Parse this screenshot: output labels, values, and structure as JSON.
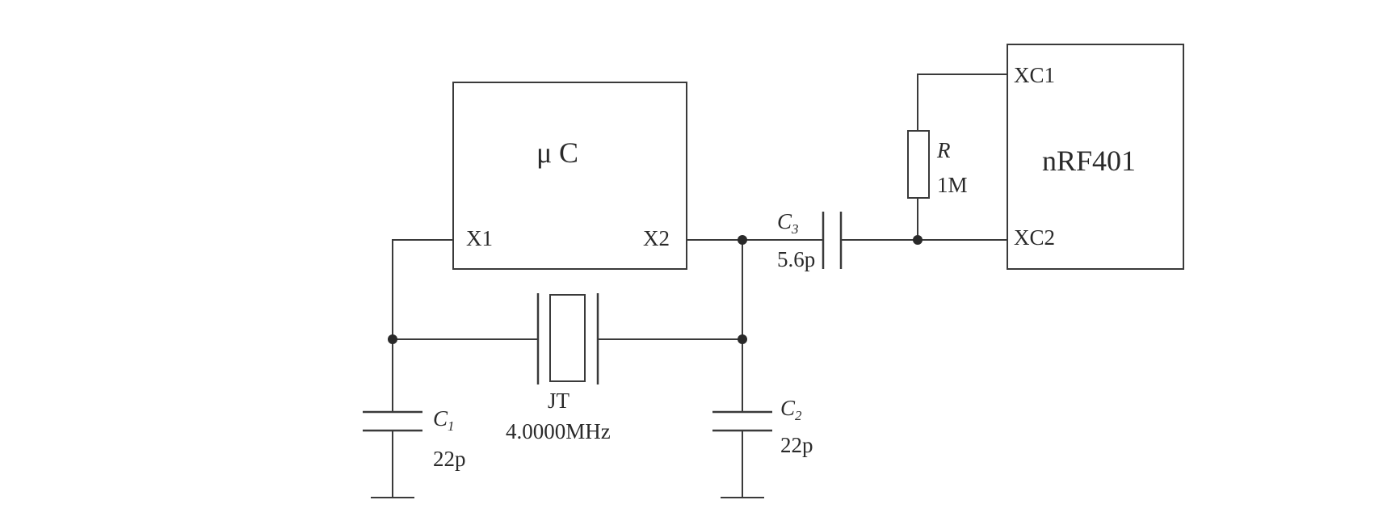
{
  "components": {
    "mcu": {
      "name_mu": "μ",
      "name_c": "C",
      "pin_x1": "X1",
      "pin_x2": "X2"
    },
    "rf": {
      "name": "nRF401",
      "pin_xc1": "XC1",
      "pin_xc2": "XC2"
    },
    "r": {
      "designator": "R",
      "value": "1M"
    },
    "c3": {
      "designator": "C",
      "index": "3",
      "value": "5.6p"
    },
    "crystal": {
      "designator": "JT",
      "value": "4.0000MHz"
    },
    "c1": {
      "designator": "C",
      "index": "1",
      "value": "22p"
    },
    "c2": {
      "designator": "C",
      "index": "2",
      "value": "22p"
    }
  }
}
